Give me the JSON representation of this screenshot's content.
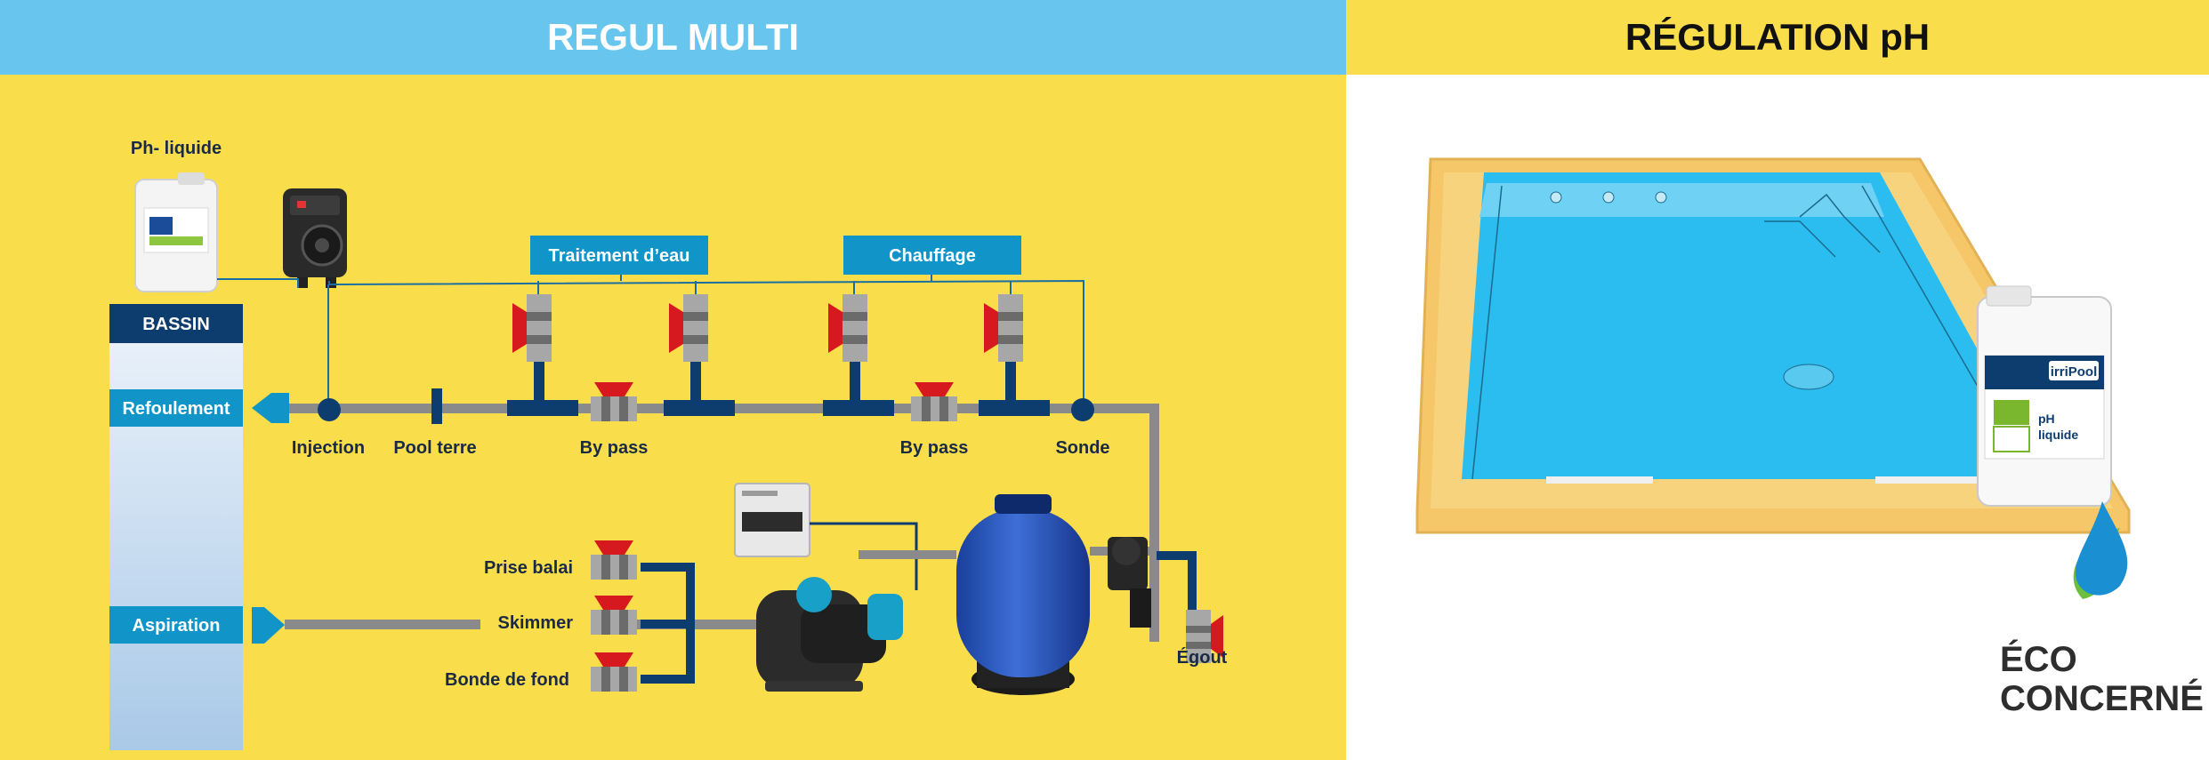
{
  "header": {
    "left_title": "REGUL MULTI",
    "right_title": "RÉGULATION pH"
  },
  "colors": {
    "left_header": "#68c6ee",
    "panel_yellow": "#f9dd4b",
    "pipe_grey": "#8a8a8a",
    "pipe_navy": "#0d3c6e",
    "tag_blue": "#1194c8",
    "valve_red": "#d6191e",
    "pool_water": "#2bbdf0"
  },
  "diagram": {
    "product_label": "Ph- liquide",
    "bassin": {
      "title": "BASSIN",
      "outlet": "Refoulement",
      "inlet": "Aspiration"
    },
    "tags": {
      "treatment": "Traitement d’eau",
      "heating": "Chauffage"
    },
    "line_labels": {
      "injection": "Injection",
      "pool_terre": "Pool terre",
      "bypass_1": "By pass",
      "bypass_2": "By pass",
      "sonde": "Sonde"
    },
    "suction_labels": {
      "broom": "Prise balai",
      "skimmer": "Skimmer",
      "bottom_drain": "Bonde de fond"
    },
    "drain_label": "Égout"
  },
  "pool": {
    "canister_brand": "irriPool",
    "canister_text_1": "pH",
    "canister_text_2": "liquide"
  },
  "logo": {
    "line1": "ÉCO",
    "line2": "CONCERNÉ"
  }
}
